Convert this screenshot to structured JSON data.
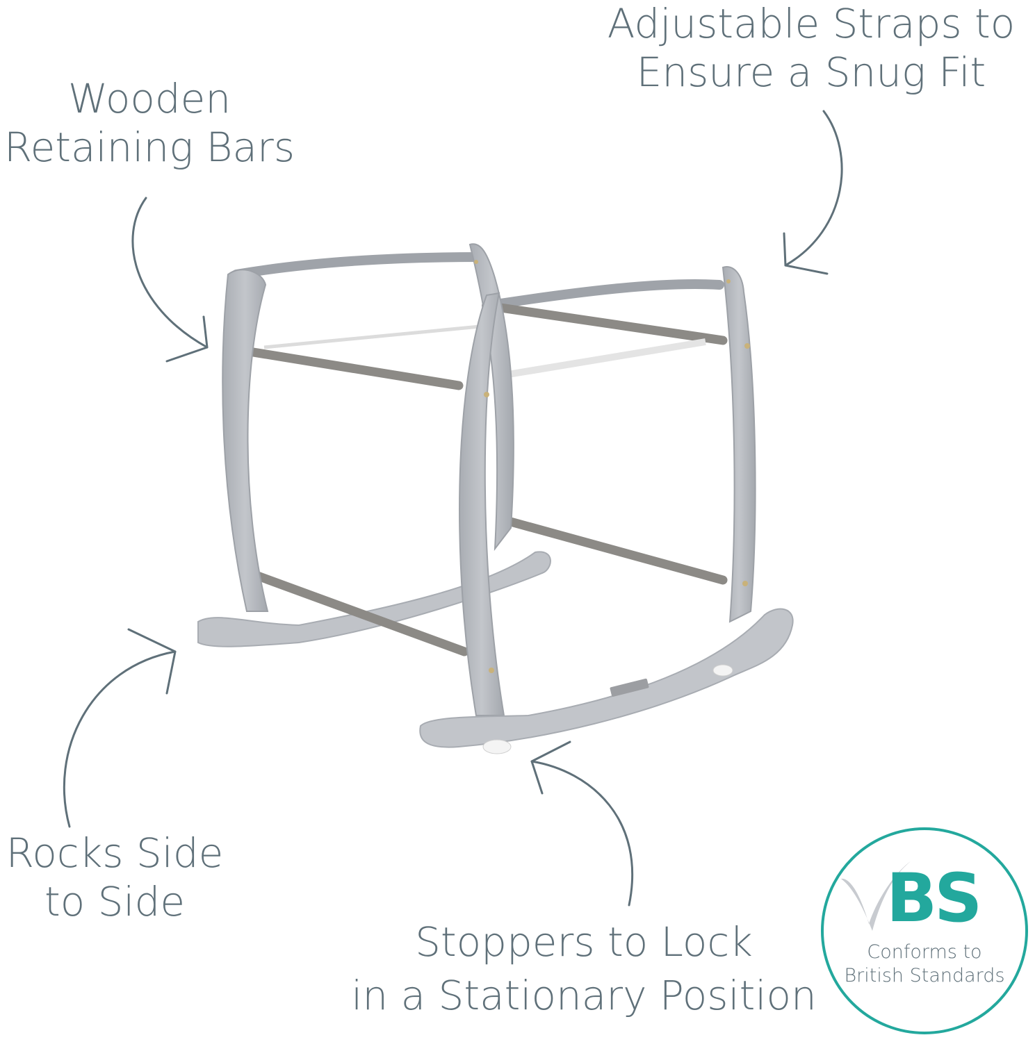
{
  "callouts": {
    "wooden_bars": {
      "line1": "Wooden",
      "line2": "Retaining Bars"
    },
    "straps": {
      "line1": "Adjustable Straps to",
      "line2": "Ensure a Snug Fit"
    },
    "rocks": {
      "line1": "Rocks Side",
      "line2": "to Side"
    },
    "stoppers": {
      "line1": "Stoppers to Lock",
      "line2": "in a Stationary Position"
    }
  },
  "badge": {
    "letters": "BS",
    "line1": "Conforms to",
    "line2": "British Standards"
  },
  "colors": {
    "text": "#5f7079",
    "arrow": "#5f7079",
    "frame": "#b8bcc2",
    "rod": "#8c8a86",
    "badge_accent": "#23a89d"
  },
  "icons": [
    "arrow-icon",
    "checkmark-icon"
  ]
}
